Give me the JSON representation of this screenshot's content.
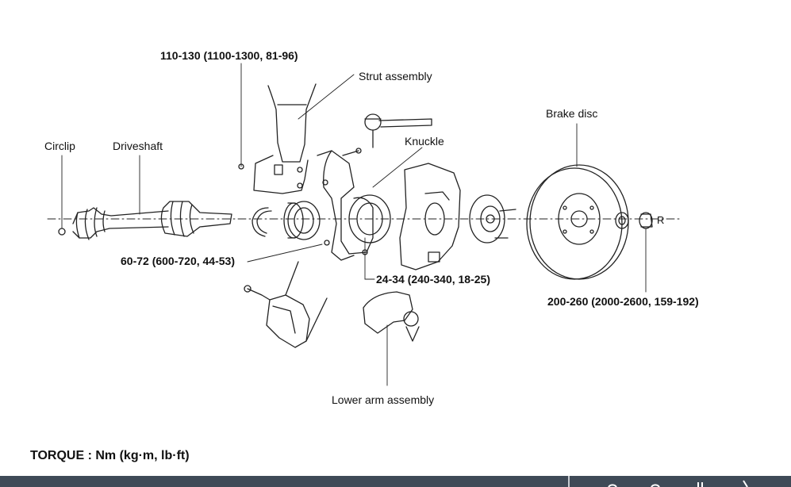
{
  "labels": {
    "strut_bolt_torque": "110-130 (1100-1300, 81-96)",
    "strut_assembly": "Strut assembly",
    "knuckle": "Knuckle",
    "brake_disc": "Brake disc",
    "circlip": "Circlip",
    "driveshaft": "Driveshaft",
    "knuckle_bolt_torque": "60-72 (600-720, 44-53)",
    "caliper_bolt_torque": "24-34 (240-340, 18-25)",
    "hub_nut_torque": "200-260 (2000-2600, 159-192)",
    "lower_arm_assembly": "Lower arm assembly",
    "hub_nut_mark": "R"
  },
  "footer": {
    "torque_units": "TORQUE : Nm (kg·m, lb·ft)"
  },
  "toolbar": {
    "bar_color": "#3f4a57",
    "icons": [
      "circle-icon",
      "circle-icon",
      "pause-icon",
      "chevron-right-icon"
    ]
  }
}
